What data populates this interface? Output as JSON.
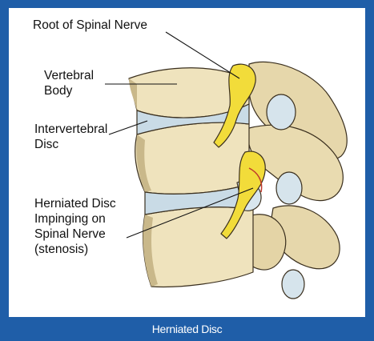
{
  "figure": {
    "caption": "Herniated Disc",
    "labels": {
      "root": "Root of Spinal Nerve",
      "vertebral_body": "Vertebral\nBody",
      "disc": "Intervertebral\nDisc",
      "herniated": "Herniated Disc\nImpinging on\nSpinal Nerve\n(stenosis)"
    },
    "colors": {
      "frame": "#1f5ea8",
      "bone": "#efe3bd",
      "bone_shade": "#c9b88a",
      "disc": "#c9dbe6",
      "nerve": "#f2dc3a",
      "outline": "#3a2f1e"
    }
  }
}
